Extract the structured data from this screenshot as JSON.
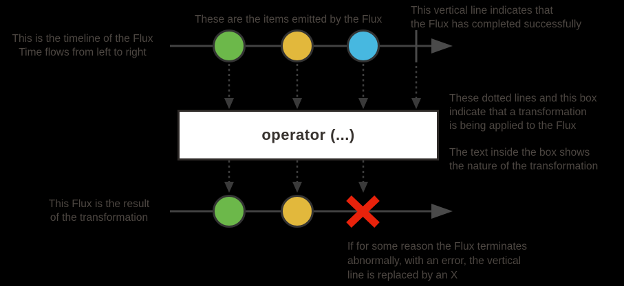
{
  "colors": {
    "background": "#000000",
    "annotation_text": "#4d4742",
    "line_gray": "#424242",
    "item_green": "#6cb84a",
    "item_yellow": "#e2b83c",
    "item_blue": "#47b8e0",
    "error_red": "#e8220b",
    "operator_box_bg": "#ffffff",
    "operator_text": "#37322e"
  },
  "annotations": {
    "timeline": "This is the timeline of the Flux\nTime flows from left to right",
    "items": "These are the items emitted by the Flux",
    "complete": "This vertical line indicates that\nthe Flux has completed successfully",
    "transform": "These dotted lines and this box\nindicate that a transformation\nis being applied to the Flux",
    "box_text": "The text inside the box shows\nthe nature of the transformation",
    "result": "This Flux is the result\nof the transformation",
    "error": "If for some reason the Flux terminates\nabnormally, with an error, the vertical\nline is replaced by an X"
  },
  "operator_box": {
    "label": "operator (...)"
  }
}
